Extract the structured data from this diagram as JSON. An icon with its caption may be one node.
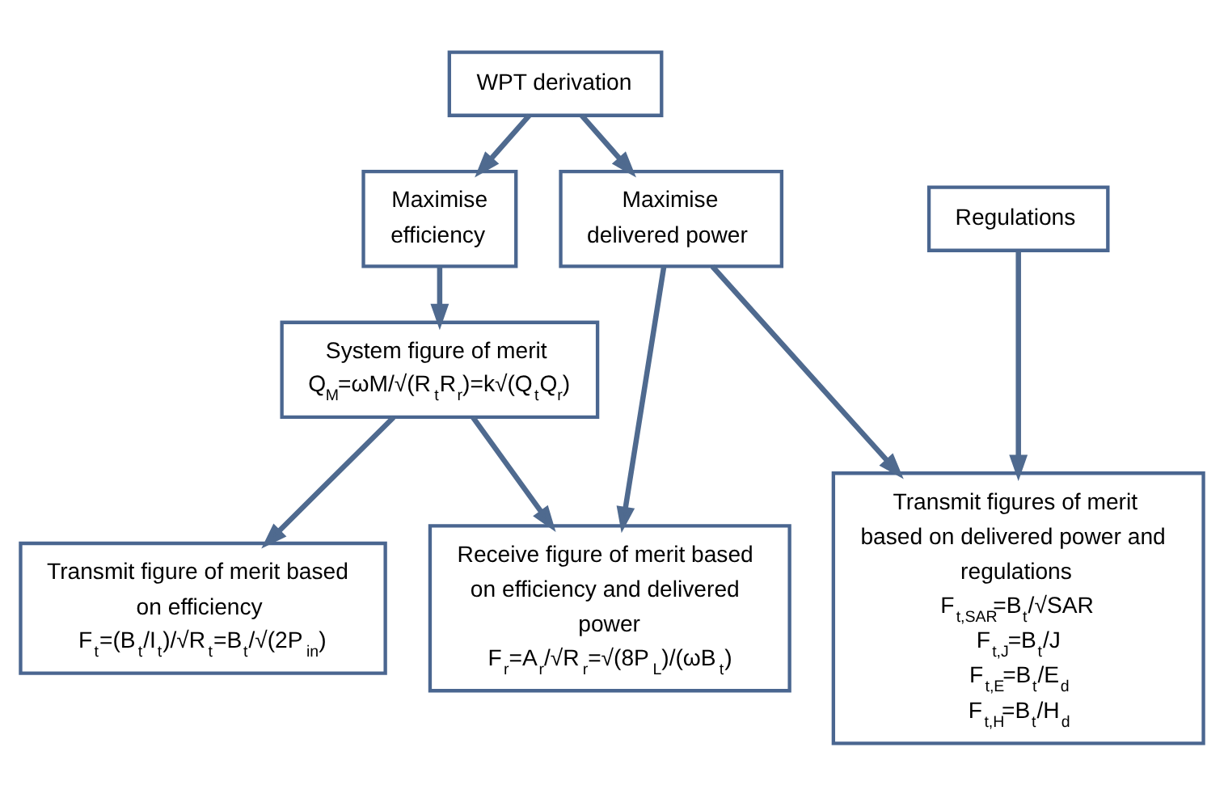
{
  "diagram": {
    "nodes": [
      {
        "text": [
          "WPT derivation"
        ]
      },
      {
        "text": [
          "Maximise efficiency"
        ]
      },
      {
        "text": [
          "Maximise delivered power"
        ]
      },
      {
        "text": [
          "Regulations"
        ]
      },
      {
        "text": [
          "System figure of merit",
          "Q$_{M}$=ωM/√(R$_{t}$R$_{r}$)=k√(Q$_{t}$Q$_{r}$)"
        ]
      },
      {
        "text": [
          "Transmit figure of merit based on efficiency",
          "F$_{t}$=(B$_{t}$/I$_{t}$)/√R$_{t}$=B$_{t}$/√(2P$_{in}$)"
        ]
      },
      {
        "text": [
          "Receive figure of merit based on efficiency and delivered power",
          "F$_{r}$=A$_{r}$/√R$_{r}$=√(8P$_{L}$)/(ωB$_{t}$)"
        ]
      },
      {
        "text": [
          "Transmit figures of merit based on delivered power and regulations",
          "F$_{t,SAR}$=B$_{t}$/√SAR",
          "F$_{t,J}$=B$_{t}$/J",
          "F$_{t,E}$=B$_{t}$/E$_{d}$",
          "F$_{t,H}$=B$_{t}$/H$_{d}$"
        ]
      }
    ],
    "edges": [
      {
        "from": 0,
        "to": 1,
        "arrow": "to"
      },
      {
        "from": 0,
        "to": 2,
        "arrow": "to"
      },
      {
        "from": 1,
        "to": 4,
        "arrow": "to"
      },
      {
        "from": 4,
        "to": 5,
        "arrow": "to"
      },
      {
        "from": 4,
        "to": 6,
        "arrow": "to"
      },
      {
        "from": 2,
        "to": 6,
        "arrow": "to"
      },
      {
        "from": 2,
        "to": 7,
        "arrow": "to"
      },
      {
        "from": 3,
        "to": 7,
        "arrow": "to"
      }
    ]
  }
}
